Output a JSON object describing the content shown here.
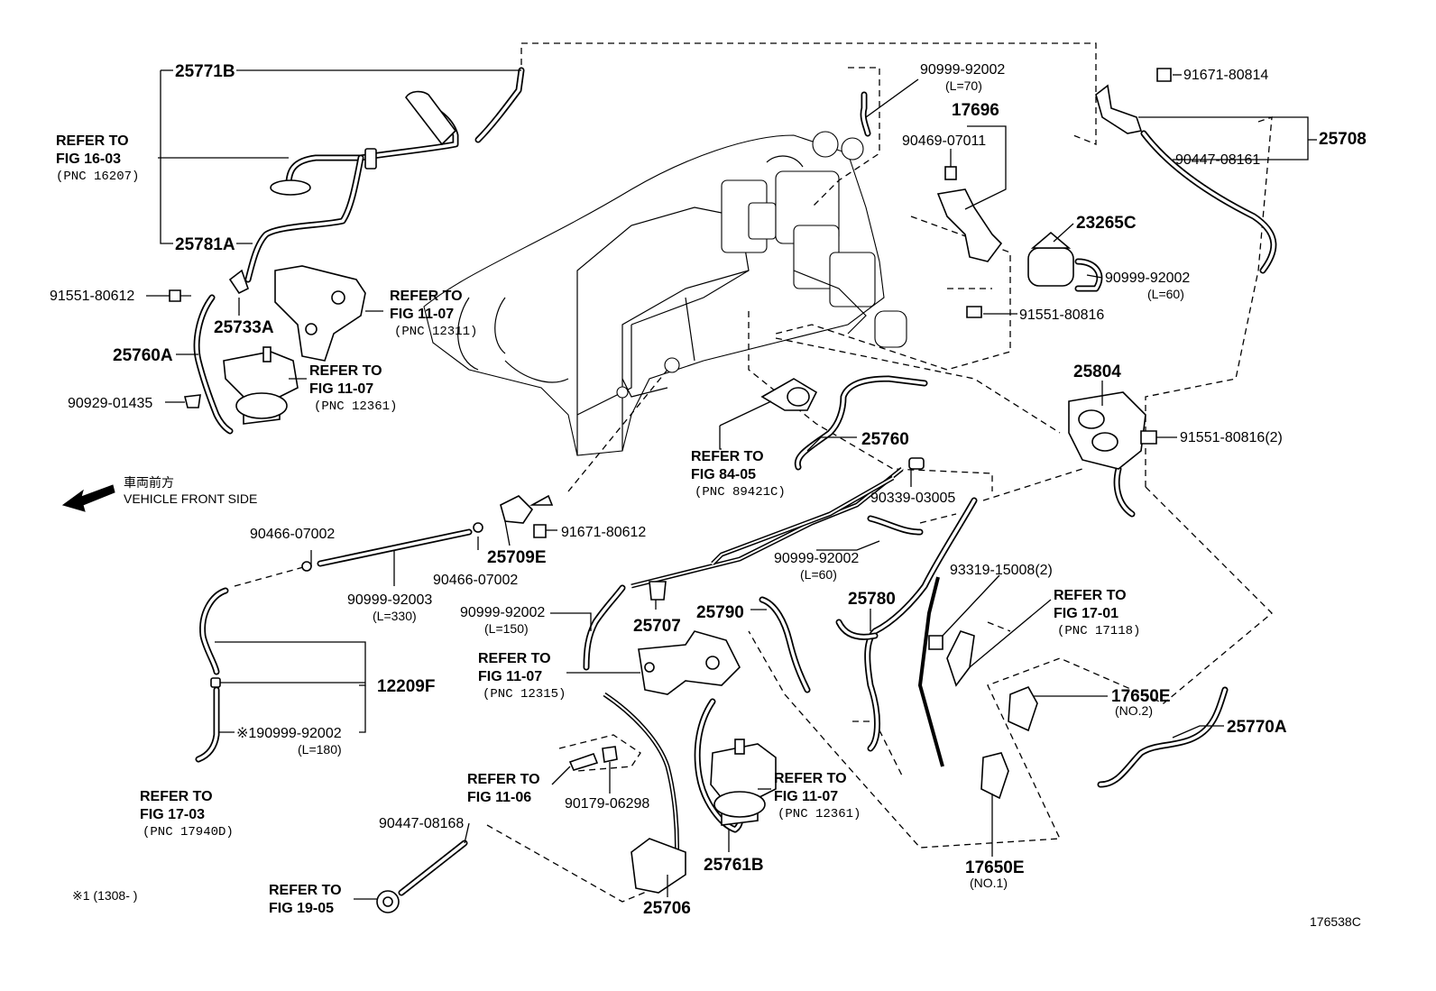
{
  "figure_id": "176538C",
  "footnote": "※1 (1308-      )",
  "direction": {
    "jp": "車両前方",
    "en": "VEHICLE FRONT SIDE"
  },
  "parts": {
    "p25771B": "25771B",
    "p25781A": "25781A",
    "p91551_80612": "91551-80612",
    "p25733A": "25733A",
    "p25760A": "25760A",
    "p90929_01435": "90929-01435",
    "p90999_92002_a": "90999-92002",
    "p90999_92002_a_len": "(L=70)",
    "p17696": "17696",
    "p90469_07011": "90469-07011",
    "p91671_80814": "91671-80814",
    "p25708": "25708",
    "p90447_08161": "90447-08161",
    "p23265C": "23265C",
    "p90999_92002_b": "90999-92002",
    "p90999_92002_b_len": "(L=60)",
    "p91551_80816": "91551-80816",
    "p25804": "25804",
    "p91551_80816_2": "91551-80816(2)",
    "p25760": "25760",
    "p90339_03005": "90339-03005",
    "p90466_07002_a": "90466-07002",
    "p90466_07002_b": "90466-07002",
    "p25709E": "25709E",
    "p91671_80612": "91671-80612",
    "p90999_92003": "90999-92003",
    "p90999_92003_len": "(L=330)",
    "p90999_92002_c": "90999-92002",
    "p90999_92002_c_len": "(L=60)",
    "p93319_15008": "93319-15008(2)",
    "p90999_92002_d": "90999-92002",
    "p90999_92002_d_len": "(L=150)",
    "p25707": "25707",
    "p25790": "25790",
    "p25780": "25780",
    "p12209F": "12209F",
    "p90999_92002_e": "※190999-92002",
    "p90999_92002_e_len": "(L=180)",
    "p17650E_2": "17650E",
    "p17650E_2_sub": "(NO.2)",
    "p25770A": "25770A",
    "p90179_06298": "90179-06298",
    "p90447_08168": "90447-08168",
    "p25761B": "25761B",
    "p25706": "25706",
    "p17650E_1": "17650E",
    "p17650E_1_sub": "(NO.1)"
  },
  "refs": {
    "r16_03": {
      "l1": "REFER TO",
      "l2": "FIG 16-03",
      "l3": "(PNC 16207)"
    },
    "r11_07a": {
      "l1": "REFER TO",
      "l2": "FIG 11-07",
      "l3": "(PNC 12311)"
    },
    "r11_07b": {
      "l1": "REFER TO",
      "l2": "FIG 11-07",
      "l3": "(PNC 12361)"
    },
    "r84_05": {
      "l1": "REFER TO",
      "l2": "FIG 84-05",
      "l3": "(PNC 89421C)"
    },
    "r17_01": {
      "l1": "REFER TO",
      "l2": "FIG 17-01",
      "l3": "(PNC 17118)"
    },
    "r11_07c": {
      "l1": "REFER TO",
      "l2": "FIG 11-07",
      "l3": "(PNC 12315)"
    },
    "r17_03": {
      "l1": "REFER TO",
      "l2": "FIG 17-03",
      "l3": "(PNC 17940D)"
    },
    "r11_06": {
      "l1": "REFER TO",
      "l2": "FIG 11-06"
    },
    "r11_07d": {
      "l1": "REFER TO",
      "l2": "FIG 11-07",
      "l3": "(PNC 12361)"
    },
    "r19_05": {
      "l1": "REFER TO",
      "l2": "FIG 19-05"
    }
  }
}
